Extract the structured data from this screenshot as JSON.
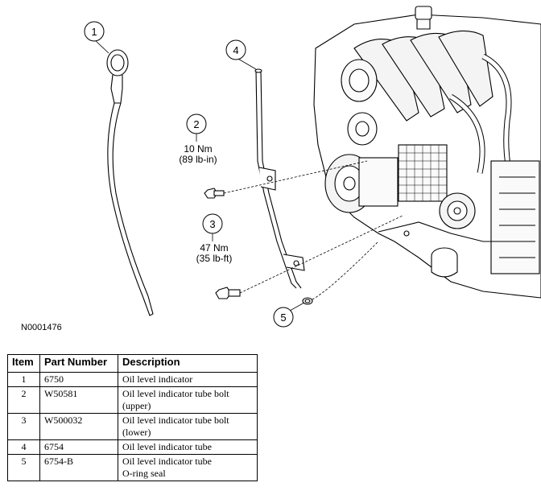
{
  "figure_id": "N0001476",
  "callouts": [
    {
      "num": "1"
    },
    {
      "num": "2",
      "spec_line1": "10 Nm",
      "spec_line2": "(89 lb-in)"
    },
    {
      "num": "3",
      "spec_line1": "47 Nm",
      "spec_line2": "(35 lb-ft)"
    },
    {
      "num": "4"
    },
    {
      "num": "5"
    }
  ],
  "table": {
    "headers": [
      "Item",
      "Part Number",
      "Description"
    ],
    "rows": [
      {
        "item": "1",
        "part": "6750",
        "desc1": "Oil level indicator",
        "desc2": ""
      },
      {
        "item": "2",
        "part": "W50581",
        "desc1": "Oil level indicator tube bolt",
        "desc2": "(upper)"
      },
      {
        "item": "3",
        "part": "W500032",
        "desc1": "Oil level indicator tube bolt",
        "desc2": "(lower)"
      },
      {
        "item": "4",
        "part": "6754",
        "desc1": "Oil level indicator tube",
        "desc2": ""
      },
      {
        "item": "5",
        "part": "6754-B",
        "desc1": "Oil level indicator tube",
        "desc2": "O-ring seal"
      }
    ]
  }
}
